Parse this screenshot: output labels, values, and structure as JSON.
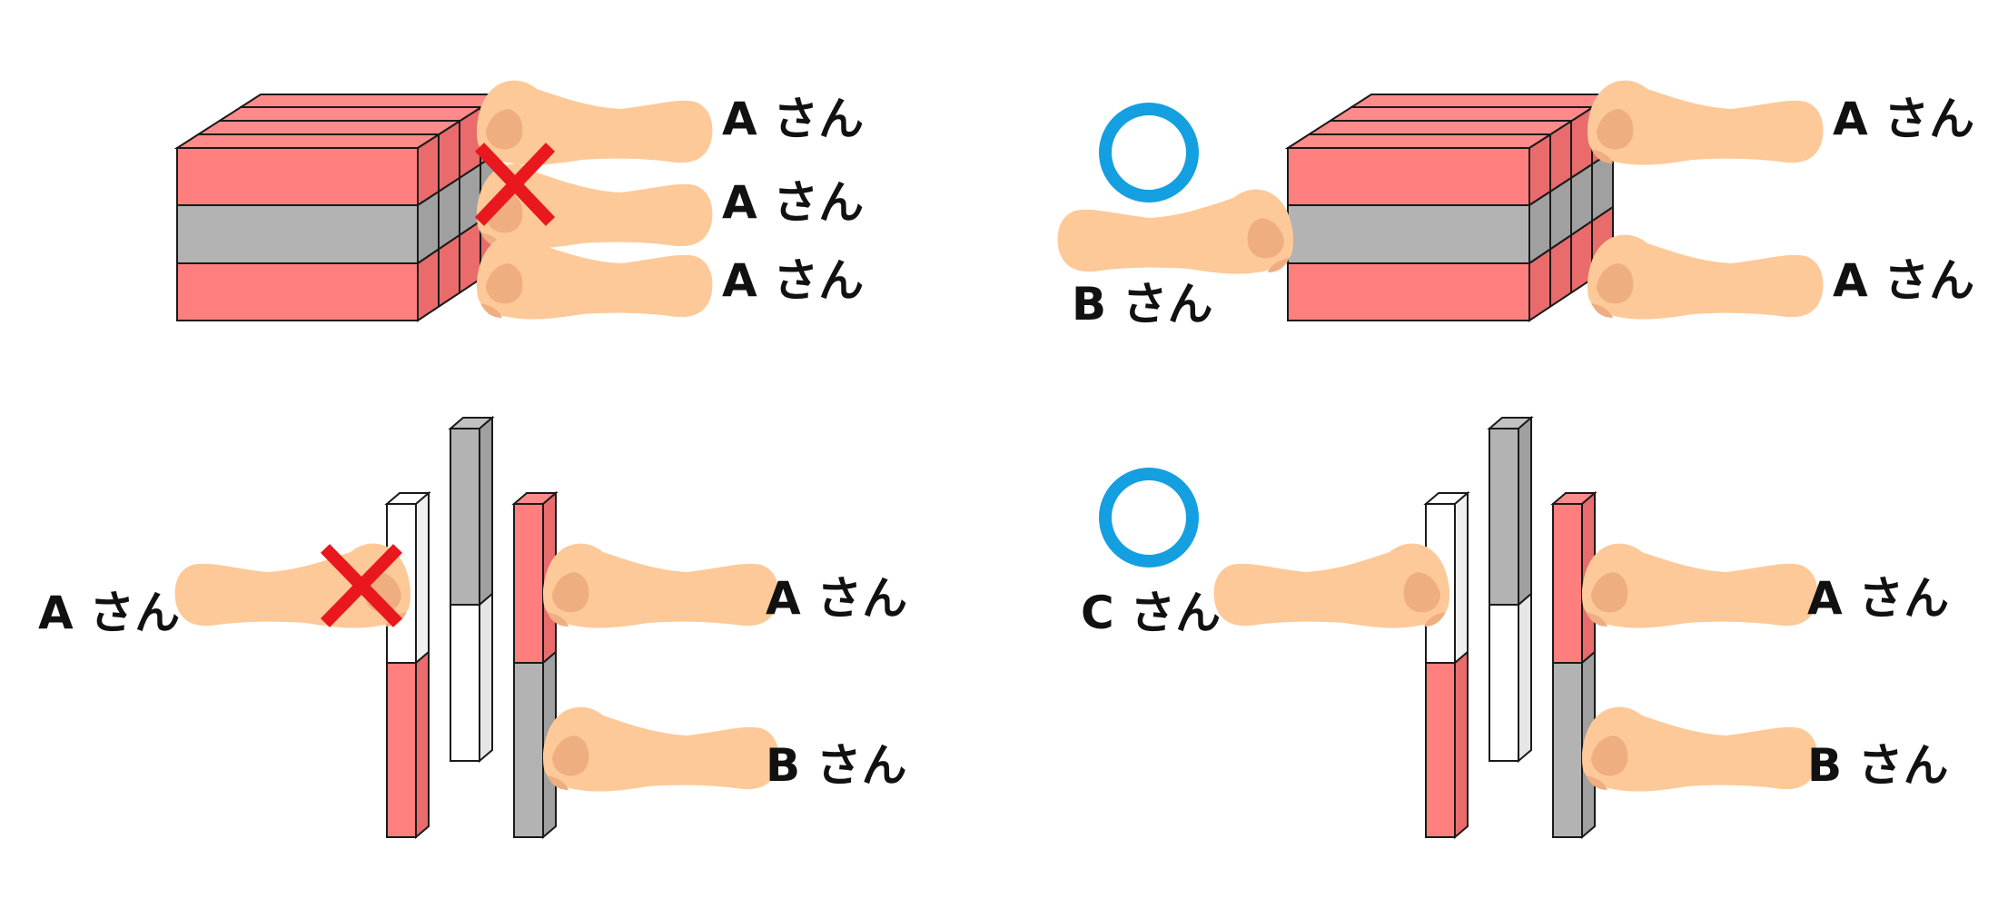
{
  "colors": {
    "red_block": "#ff7f7f",
    "red_block_side": "#e96b6b",
    "red_block_top": "#ff8a8a",
    "gray_block": "#b3b3b3",
    "gray_block_side": "#a0a0a0",
    "gray_block_top": "#c2c2c2",
    "white_block": "#ffffff",
    "skin": "#fdc998",
    "skin_shadow": "#eeae80",
    "wrong_mark": "#e8181e",
    "correct_mark": "#149fe0",
    "outline": "#1a1a1a"
  },
  "icons": {
    "wrong": "cross-mark-icon",
    "correct": "circle-mark-icon",
    "hand": "hand-icon"
  },
  "panels": {
    "top_left": {
      "labels": [
        "A さん",
        "A さん",
        "A さん"
      ],
      "mark": "wrong"
    },
    "top_right": {
      "labels": [
        "A さん",
        "A さん",
        "B さん"
      ],
      "mark": "correct"
    },
    "bottom_left": {
      "labels": [
        "A さん",
        "A さん",
        "B さん"
      ],
      "mark": "wrong"
    },
    "bottom_right": {
      "labels": [
        "C さん",
        "A さん",
        "B さん"
      ],
      "mark": "correct"
    }
  }
}
